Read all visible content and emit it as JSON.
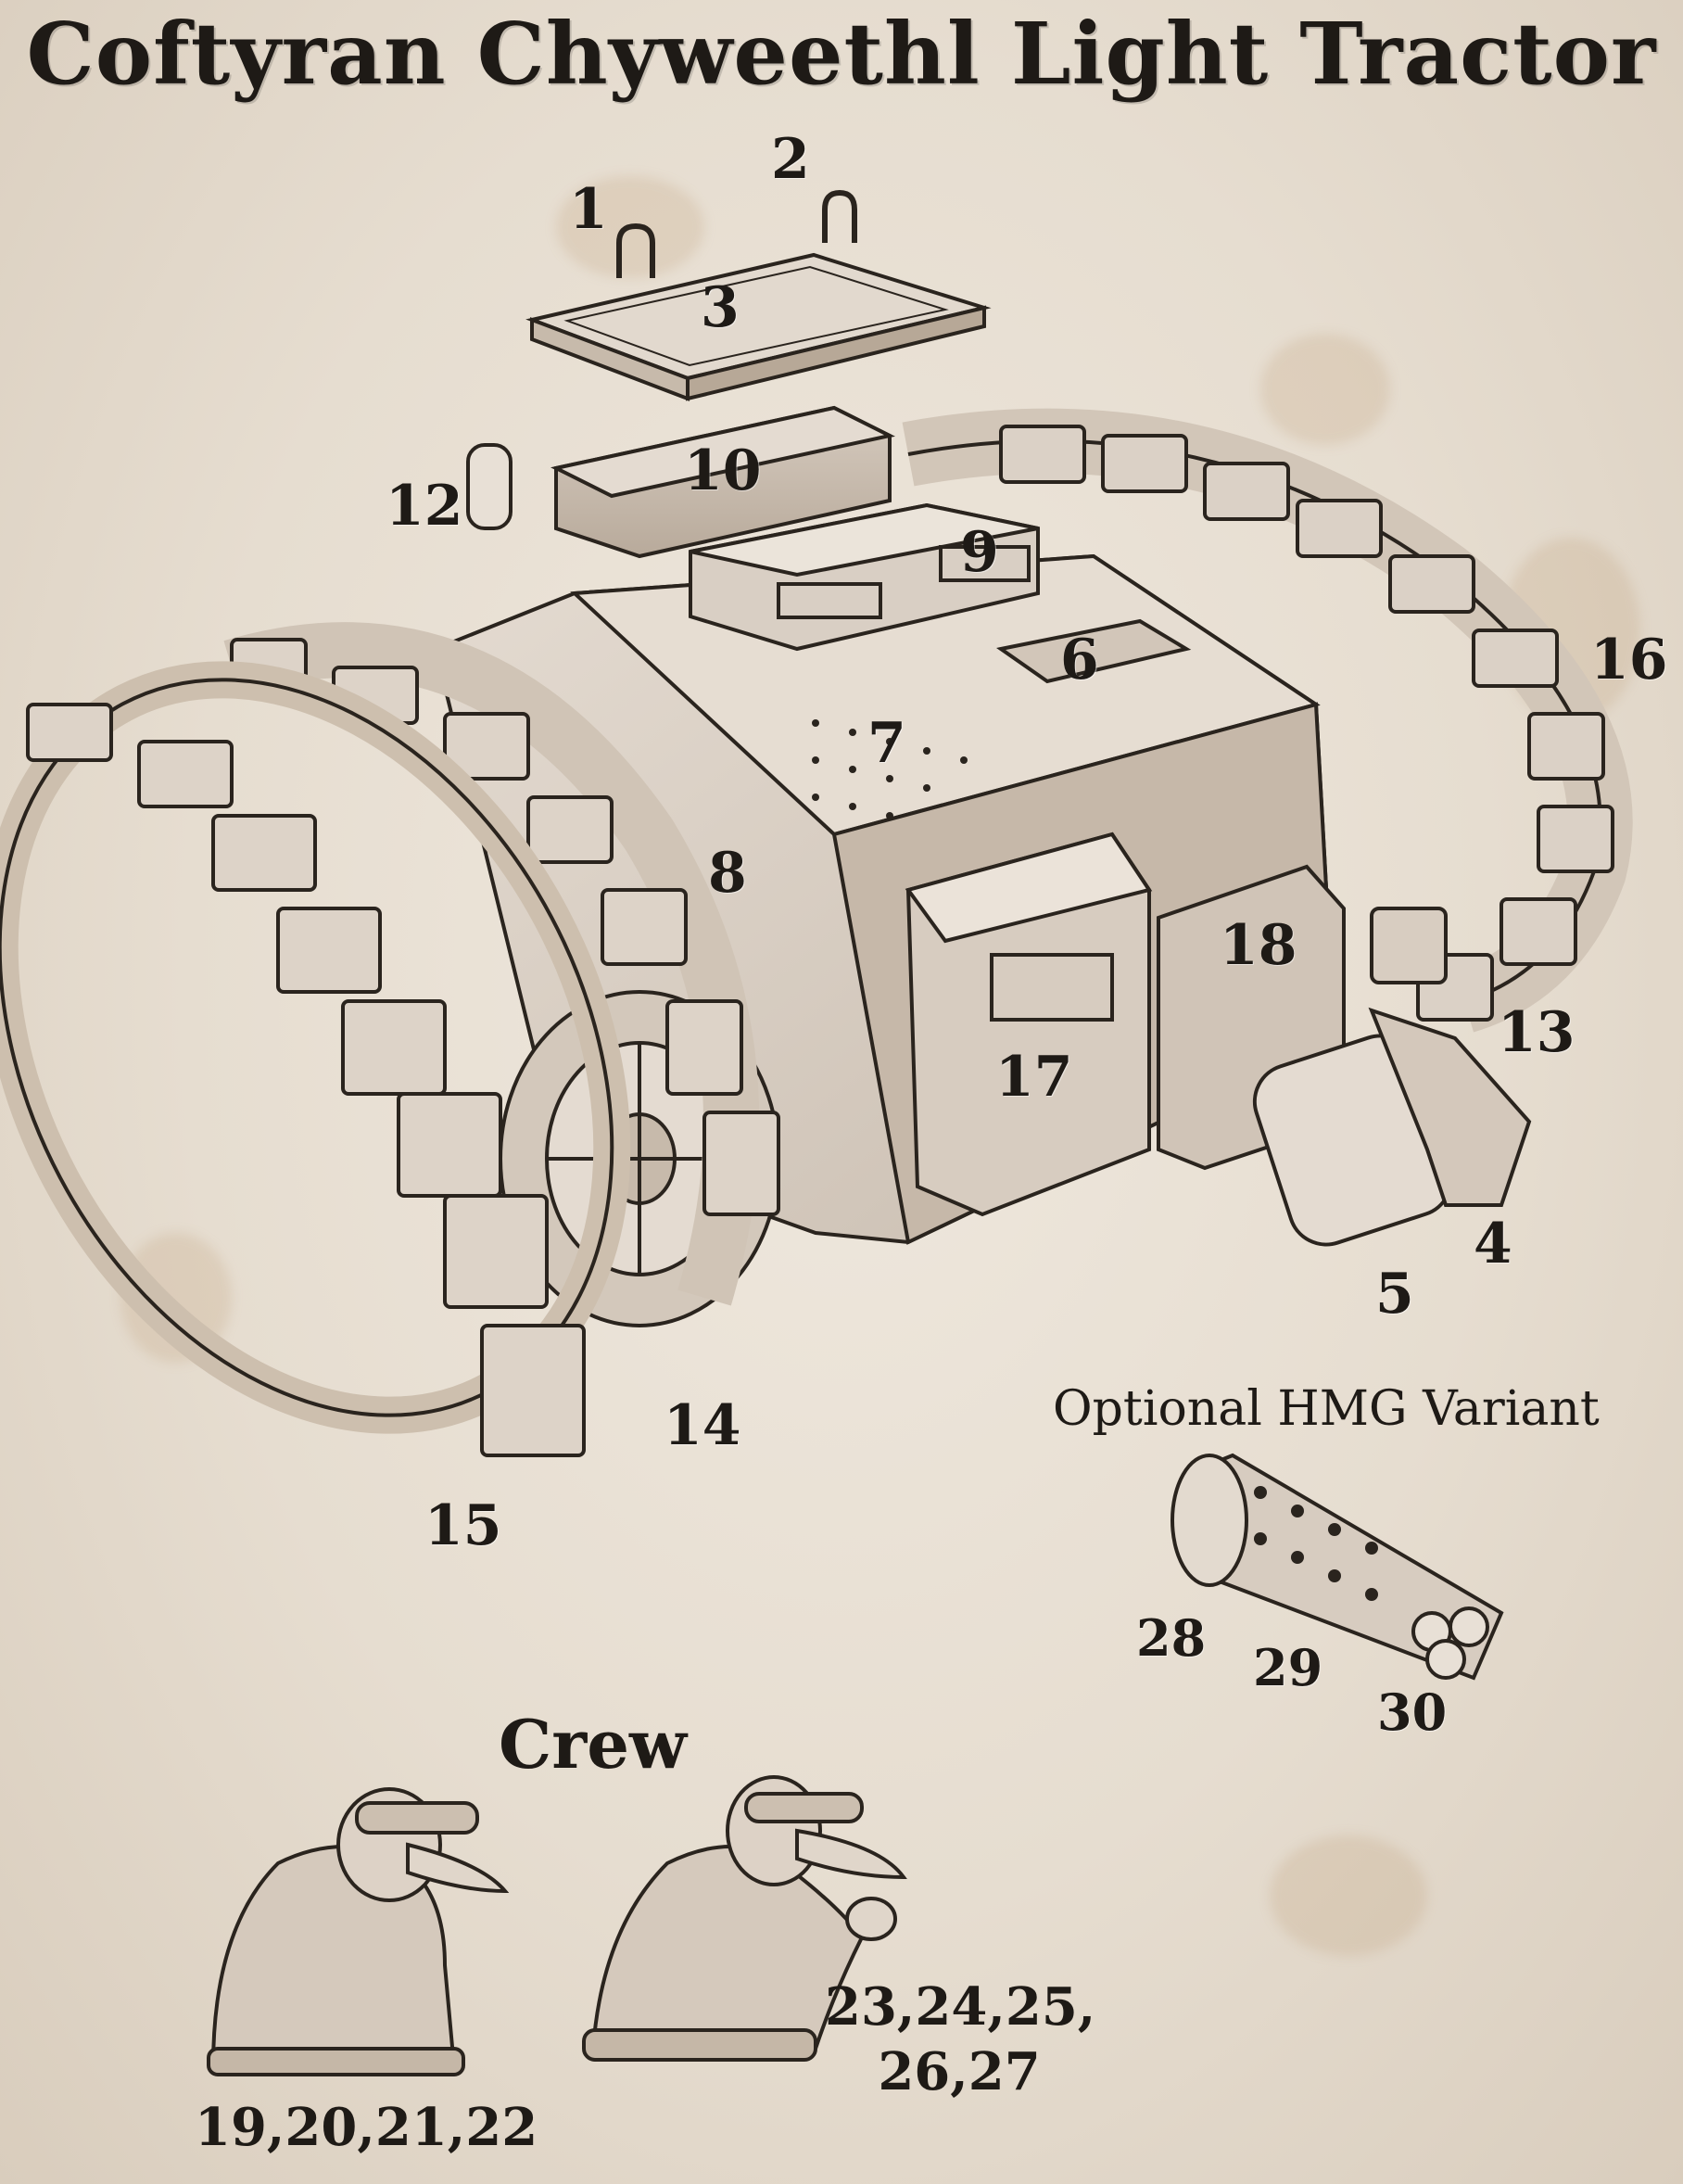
{
  "title": "Coftyran Chyweethl Light Tractor",
  "callouts": [
    "1",
    "2",
    "3",
    "4",
    "5",
    "6",
    "7",
    "8",
    "9",
    "10",
    "12",
    "13",
    "14",
    "15",
    "16",
    "17",
    "18"
  ],
  "hmg": {
    "label": "Optional HMG Variant",
    "parts": [
      "28",
      "29",
      "30"
    ]
  },
  "crew": {
    "label": "Crew",
    "figure_a_parts": "19,20,21,22",
    "figure_b_parts_line1": "23,24,25,",
    "figure_b_parts_line2": "26,27"
  },
  "colors": {
    "paper": "#e9e1d6",
    "ink": "#1e1a16",
    "model": "#d8cec3",
    "stain": "#b08250"
  }
}
